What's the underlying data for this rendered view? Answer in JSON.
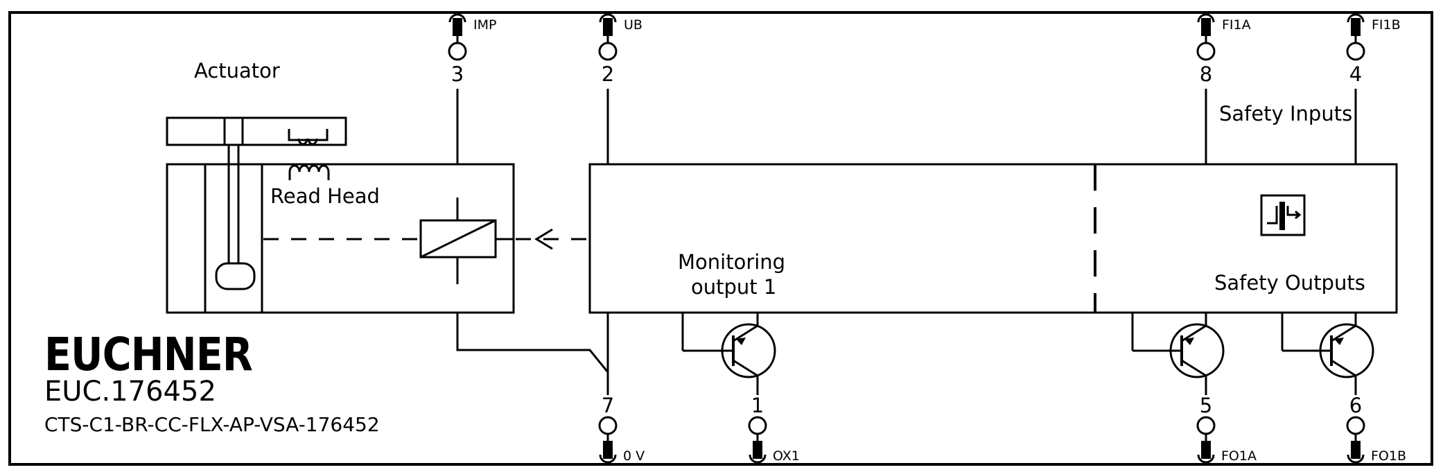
{
  "labels": {
    "actuator": "Actuator",
    "read_head": "Read Head",
    "monitoring_output_line1": "Monitoring",
    "monitoring_output_line2": "output 1",
    "safety_inputs": "Safety Inputs",
    "safety_outputs": "Safety Outputs"
  },
  "brand": {
    "logo": "EUCHNER",
    "article_number": "EUC.176452",
    "type_code": "CTS-C1-BR-CC-FLX-AP-VSA-176452"
  },
  "pins": {
    "imp": {
      "number": "3",
      "signal": "IMP"
    },
    "ub": {
      "number": "2",
      "signal": "UB"
    },
    "fi1a": {
      "number": "8",
      "signal": "FI1A"
    },
    "fi1b": {
      "number": "4",
      "signal": "FI1B"
    },
    "zero_v": {
      "number": "7",
      "signal": "0 V"
    },
    "ox1": {
      "number": "1",
      "signal": "OX1"
    },
    "fo1a": {
      "number": "5",
      "signal": "FO1A"
    },
    "fo1b": {
      "number": "6",
      "signal": "FO1B"
    }
  }
}
